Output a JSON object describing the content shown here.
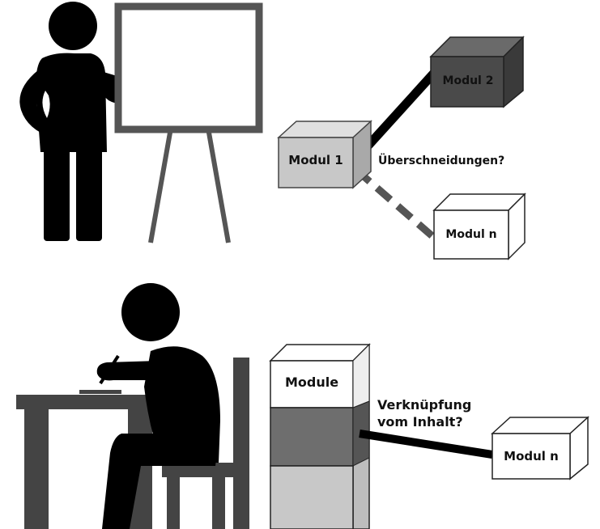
{
  "top_scene": {
    "module_1": "Modul 1",
    "module_2": "Modul 2",
    "module_n": "Modul n",
    "question": "Überschneidungen?"
  },
  "bottom_scene": {
    "stack_label": "Module",
    "question_line1": "Verknüpfung",
    "question_line2": "vom Inhalt?",
    "module_n": "Modul n"
  },
  "colors": {
    "black": "#000000",
    "module_1_face": "#c8c8c8",
    "module_2_face": "#4a4a4a",
    "module_n_face": "#ffffff",
    "stack_mid": "#6e6e6e",
    "stack_low": "#c8c8c8",
    "easel": "#555555"
  }
}
